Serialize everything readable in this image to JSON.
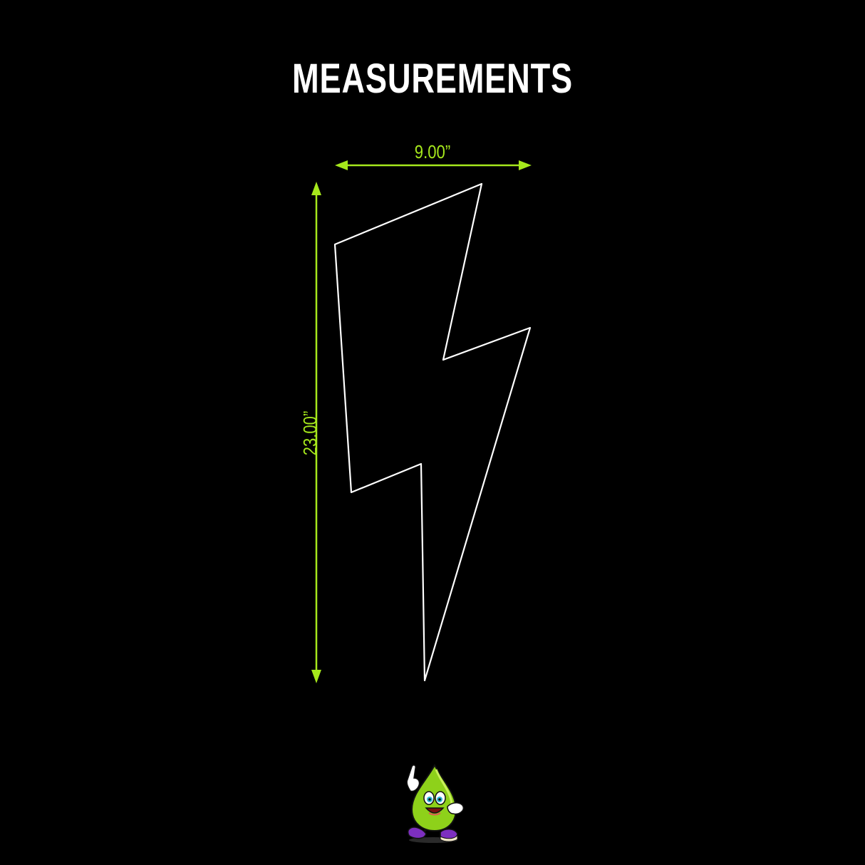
{
  "title": "MEASUREMENTS",
  "dimensions": {
    "width": {
      "label": "9.00”",
      "value": 9.0,
      "unit": "in"
    },
    "height": {
      "label": "23.00”",
      "value": 23.0,
      "unit": "in"
    }
  },
  "shape": {
    "name": "lightning-bolt",
    "outline_color": "#ffffff"
  },
  "colors": {
    "background": "#000000",
    "accent": "#a6e81c",
    "title": "#ffffff"
  },
  "mascot": {
    "name": "green-drop-mascot",
    "icon": "mascot-icon"
  }
}
